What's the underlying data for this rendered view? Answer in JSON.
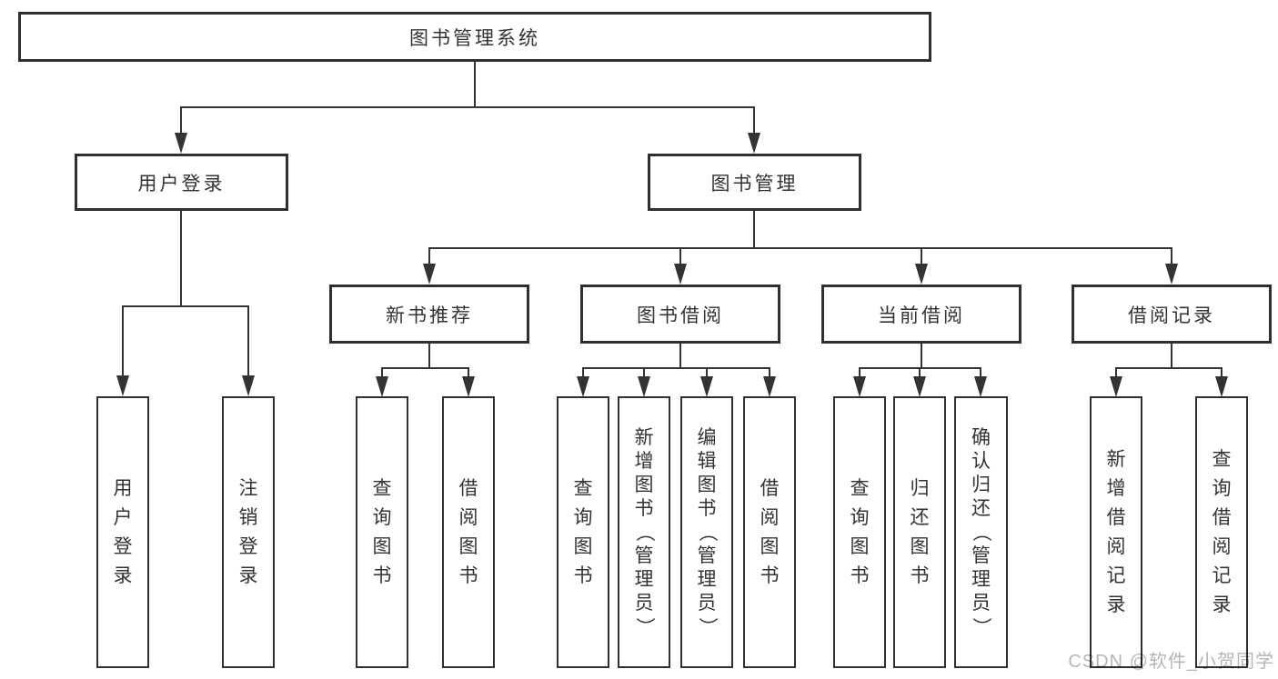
{
  "diagram": {
    "nodes": {
      "root": {
        "label": "图书管理系统"
      },
      "user_login": {
        "label": "用户登录"
      },
      "book_mgmt": {
        "label": "图书管理"
      },
      "new_book_rec": {
        "label": "新书推荐"
      },
      "book_borrow": {
        "label": "图书借阅"
      },
      "current_borrow": {
        "label": "当前借阅"
      },
      "borrow_records": {
        "label": "借阅记录"
      },
      "login_leaf": {
        "label": "用户登录"
      },
      "logout_leaf": {
        "label": "注销登录"
      },
      "rec_query": {
        "label": "查询图书"
      },
      "rec_borrow": {
        "label": "借阅图书"
      },
      "bb_query": {
        "label": "查询图书"
      },
      "bb_add": {
        "label": "新增图书（管理员）"
      },
      "bb_edit": {
        "label": "编辑图书（管理员）"
      },
      "bb_borrow": {
        "label": "借阅图书"
      },
      "cb_query": {
        "label": "查询图书"
      },
      "cb_return": {
        "label": "归还图书"
      },
      "cb_confirm": {
        "label": "确认归还（管理员）"
      },
      "br_add": {
        "label": "新增借阅记录"
      },
      "br_query": {
        "label": "查询借阅记录"
      }
    },
    "colors": {
      "line": "#333333",
      "box_border": "#2f2f2f",
      "box_fill": "#ffffff",
      "text": "#333333",
      "watermark": "#b5b5b5"
    },
    "watermark": "CSDN @软件_小贺同学"
  }
}
